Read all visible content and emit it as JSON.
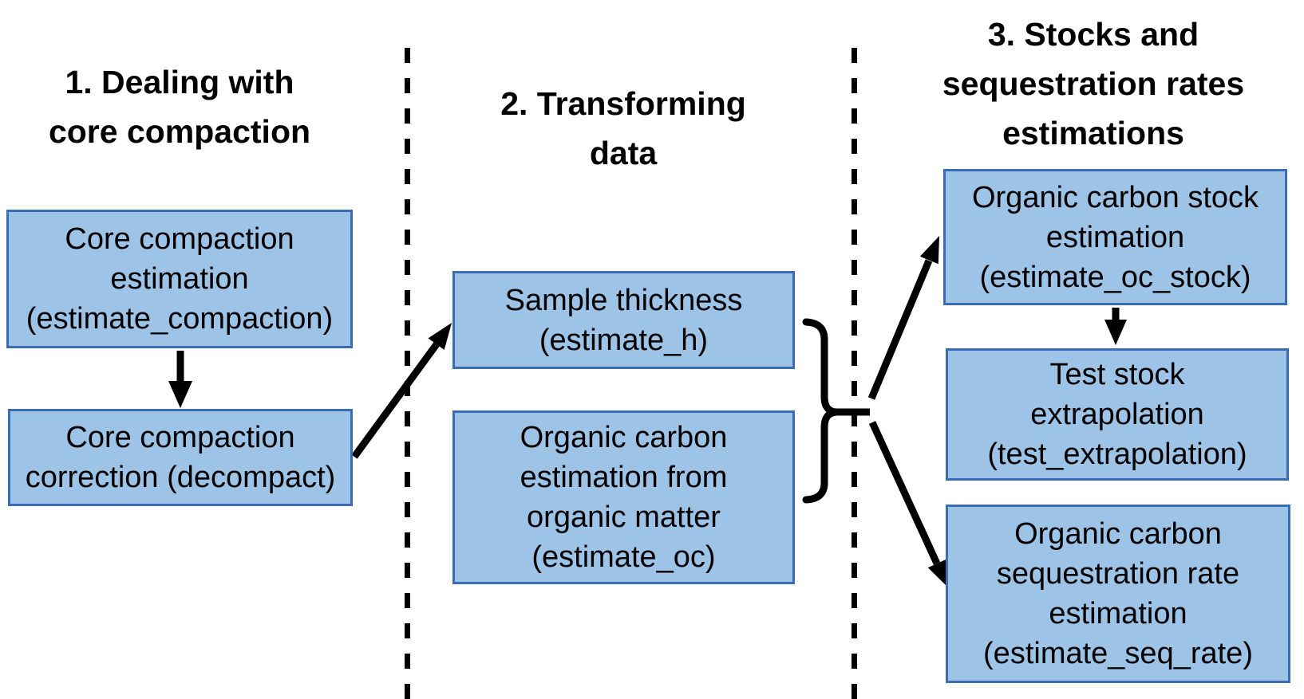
{
  "titles": [
    {
      "id": "dealing-with-core-compaction",
      "lines": [
        "1. Dealing with",
        "core compaction"
      ]
    },
    {
      "id": "transforming-data",
      "lines": [
        "2. Transforming",
        "data"
      ]
    },
    {
      "id": "stocks-and-sequestration",
      "lines": [
        "3. Stocks and",
        "sequestration rates",
        "estimations"
      ]
    }
  ],
  "boxes": [
    {
      "id": "compaction-estimation",
      "lines": [
        "Core compaction",
        "estimation",
        "(estimate_compaction)"
      ]
    },
    {
      "id": "compaction-correction",
      "lines": [
        "Core compaction",
        "correction (decompact)"
      ]
    },
    {
      "id": "sample-thickness",
      "lines": [
        "Sample thickness",
        "(estimate_h)"
      ]
    },
    {
      "id": "oc-estimation",
      "lines": [
        "Organic carbon",
        "estimation from",
        "organic matter",
        "(estimate_oc)"
      ]
    },
    {
      "id": "oc-stock",
      "lines": [
        "Organic carbon stock",
        "estimation",
        "(estimate_oc_stock)"
      ]
    },
    {
      "id": "test-extrapolation",
      "lines": [
        "Test stock",
        "extrapolation",
        "(test_extrapolation)"
      ]
    },
    {
      "id": "seq-rate",
      "lines": [
        "Organic carbon",
        "sequestration rate",
        "estimation",
        "(estimate_seq_rate)"
      ]
    }
  ],
  "colors": {
    "box_fill": "#9DC3E6",
    "box_border": "#3A6DB5",
    "connector": "#000000",
    "text": "#000000",
    "background": "#FFFFFF"
  }
}
